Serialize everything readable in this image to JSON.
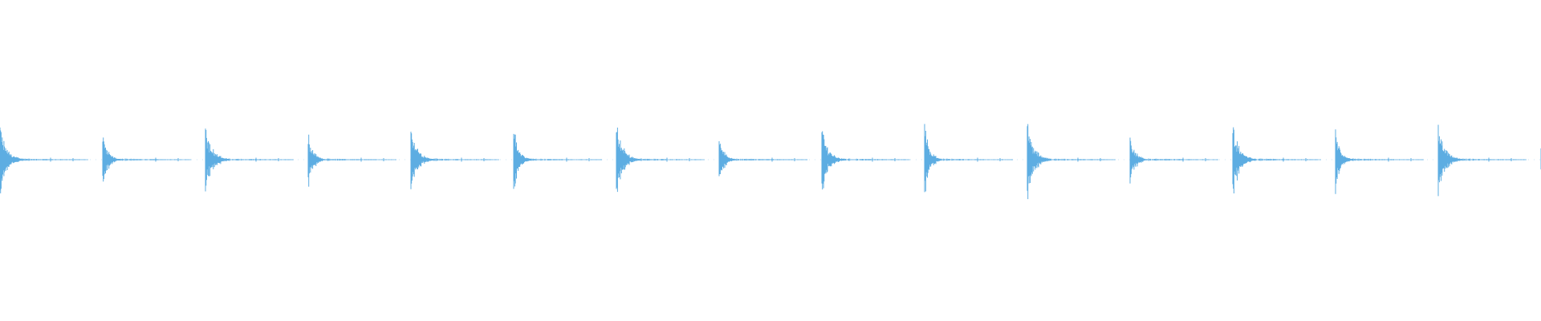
{
  "waveform": {
    "color": "#5dade2",
    "background": "#ffffff",
    "transients": [
      {
        "peak": 0.95,
        "strength": "strong"
      },
      {
        "peak": 0.8,
        "strength": "weak"
      },
      {
        "peak": 0.95,
        "strength": "strong"
      },
      {
        "peak": 0.7,
        "strength": "weak"
      },
      {
        "peak": 0.9,
        "strength": "strong"
      },
      {
        "peak": 0.95,
        "strength": "weak"
      },
      {
        "peak": 1.0,
        "strength": "strong"
      },
      {
        "peak": 0.65,
        "strength": "weak"
      },
      {
        "peak": 0.9,
        "strength": "strong"
      },
      {
        "peak": 1.0,
        "strength": "weak"
      },
      {
        "peak": 1.0,
        "strength": "strong"
      },
      {
        "peak": 0.75,
        "strength": "weak"
      },
      {
        "peak": 0.95,
        "strength": "strong"
      },
      {
        "peak": 0.8,
        "strength": "weak"
      },
      {
        "peak": 0.9,
        "strength": "strong"
      },
      {
        "peak": 0.3,
        "strength": "weak"
      }
    ]
  }
}
